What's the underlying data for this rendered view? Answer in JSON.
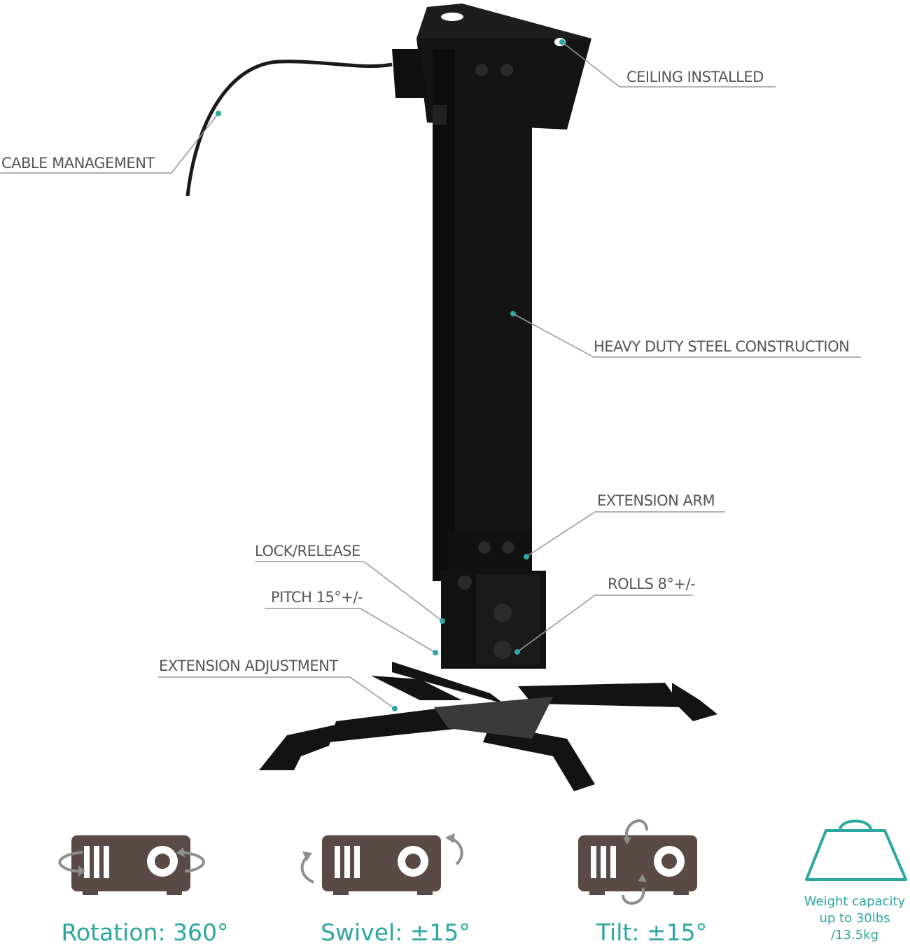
{
  "callouts": {
    "ceiling": "CEILING INSTALLED",
    "cable": "CABLE MANAGEMENT",
    "steel": "HEAVY DUTY STEEL CONSTRUCTION",
    "extension_arm": "EXTENSION ARM",
    "lock": "LOCK/RELEASE",
    "pitch": "PITCH 15°+/-",
    "rolls": "ROLLS 8°+/-",
    "extension_adjust": "EXTENSION ADJUSTMENT"
  },
  "features": {
    "rotation": "Rotation: 360°",
    "swivel": "Swivel: ±15°",
    "tilt": "Tilt: ±15°"
  },
  "weight": {
    "line1": "Weight capacity",
    "line2": "up to 30lbs",
    "line3": "/13.5kg"
  },
  "colors": {
    "accent": "#2ba7a0",
    "projector_icon": "#5a4a46",
    "mount": "#141414",
    "callout_text": "#555555"
  },
  "icons": [
    "projector-rotation-icon",
    "projector-swivel-icon",
    "projector-tilt-icon",
    "weight-icon"
  ]
}
